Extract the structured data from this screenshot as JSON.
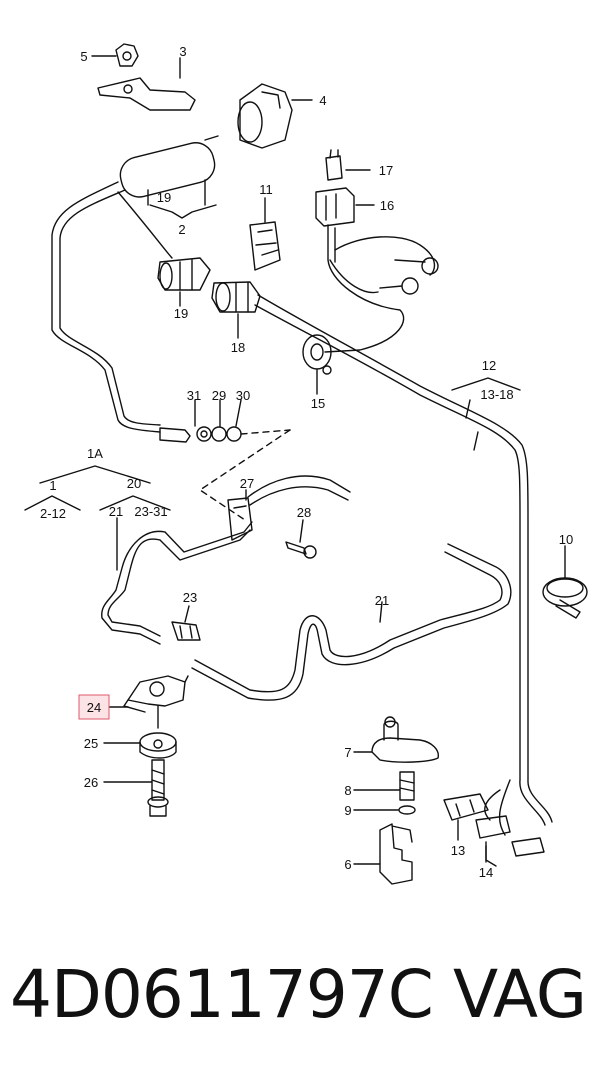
{
  "labels": {
    "l1": "1",
    "l1A": "1A",
    "l2": "2",
    "l3": "3",
    "l4": "4",
    "l5": "5",
    "l6": "6",
    "l7": "7",
    "l8": "8",
    "l9": "9",
    "l10": "10",
    "l11": "11",
    "l12": "12",
    "l13": "13",
    "l14": "14",
    "l15": "15",
    "l16": "16",
    "l17": "17",
    "l18": "18",
    "l19a": "19",
    "l19b": "19",
    "l20": "20",
    "l21a": "21",
    "l21b": "21",
    "l23": "23",
    "l24": "24",
    "l25": "25",
    "l26": "26",
    "l27": "27",
    "l28": "28",
    "l29": "29",
    "l30": "30",
    "l31": "31",
    "r2_12": "2-12",
    "r23_31": "23-31",
    "r13_18": "13-18"
  },
  "highlight_color": "#e05a6a",
  "caption": {
    "part_number": "4D0611797C",
    "brand": "VAG"
  }
}
